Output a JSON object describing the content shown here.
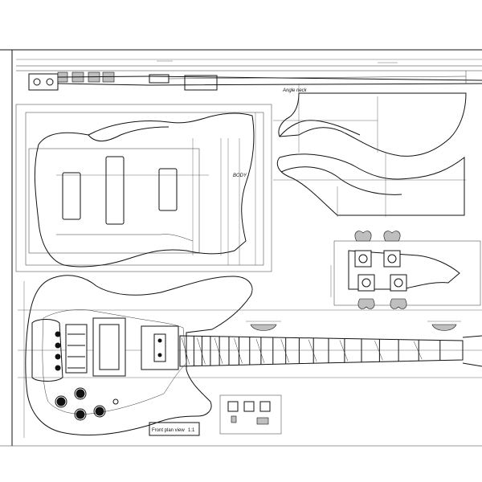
{
  "drawing": {
    "neck_label": "Angle neck",
    "body_label": "BODY",
    "title_block": {
      "heading": "Front plan view",
      "scale_label": "1:1"
    }
  },
  "fret_count": 20,
  "colors": {
    "line": "#111111",
    "paper": "#ffffff",
    "grey_fill": "#bfbfbf"
  }
}
